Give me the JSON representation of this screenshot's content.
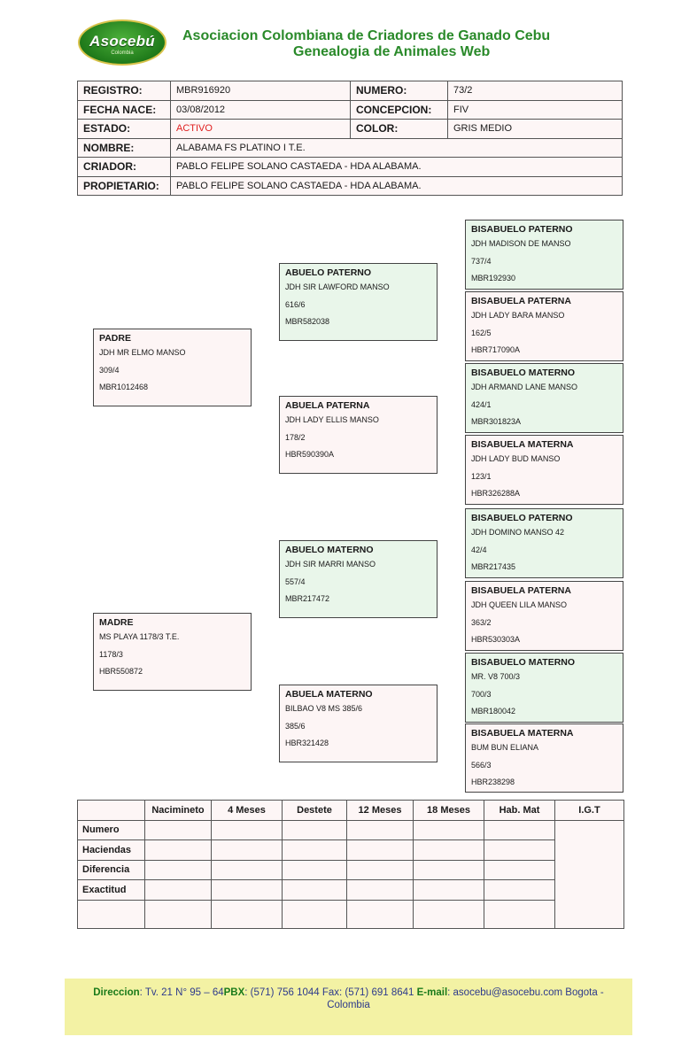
{
  "header": {
    "logo_text": "Asocebú",
    "logo_sub": "Colombia",
    "title_line1": "Asociacion Colombiana de Criadores de Ganado Cebu",
    "title_line2": "Genealogia de Animales Web"
  },
  "info": {
    "registro_label": "REGISTRO:",
    "registro": "MBR916920",
    "numero_label": "NUMERO:",
    "numero": "73/2",
    "fecha_label": "FECHA NACE:",
    "fecha": "03/08/2012",
    "concepcion_label": "CONCEPCION:",
    "concepcion": "FIV",
    "estado_label": "ESTADO:",
    "estado": "ACTIVO",
    "color_label": "COLOR:",
    "color": "GRIS MEDIO",
    "nombre_label": "NOMBRE:",
    "nombre": "ALABAMA FS PLATINO I T.E.",
    "criador_label": "CRIADOR:",
    "criador": "PABLO FELIPE SOLANO CASTAEDA - HDA ALABAMA.",
    "propietario_label": "PROPIETARIO:",
    "propietario": "PABLO FELIPE SOLANO CASTAEDA - HDA ALABAMA."
  },
  "pedigree": {
    "padre": {
      "title": "PADRE",
      "name": "JDH MR ELMO MANSO",
      "num": "309/4",
      "reg": "MBR1012468"
    },
    "madre": {
      "title": "MADRE",
      "name": "MS  PLAYA 1178/3 T.E.",
      "num": "1178/3",
      "reg": "HBR550872"
    },
    "abuelo_paterno": {
      "title": "ABUELO PATERNO",
      "name": "JDH SIR LAWFORD MANSO",
      "num": "616/6",
      "reg": "MBR582038"
    },
    "abuela_paterna": {
      "title": "ABUELA PATERNA",
      "name": "JDH LADY ELLIS MANSO",
      "num": "178/2",
      "reg": "HBR590390A"
    },
    "abuelo_materno": {
      "title": "ABUELO MATERNO",
      "name": "JDH SIR MARRI MANSO",
      "num": "557/4",
      "reg": "MBR217472"
    },
    "abuela_materno": {
      "title": "ABUELA MATERNO",
      "name": "BILBAO V8 MS 385/6",
      "num": "385/6",
      "reg": "HBR321428"
    },
    "bis": [
      {
        "title": "BISABUELO PATERNO",
        "name": "JDH MADISON DE MANSO",
        "num": "737/4",
        "reg": "MBR192930"
      },
      {
        "title": "BISABUELA PATERNA",
        "name": "JDH LADY BARA MANSO",
        "num": "162/5",
        "reg": "HBR717090A"
      },
      {
        "title": "BISABUELO MATERNO",
        "name": "JDH ARMAND LANE MANSO",
        "num": "424/1",
        "reg": "MBR301823A"
      },
      {
        "title": "BISABUELA MATERNA",
        "name": "JDH LADY BUD MANSO",
        "num": "123/1",
        "reg": "HBR326288A"
      },
      {
        "title": "BISABUELO PATERNO",
        "name": "JDH DOMINO MANSO 42",
        "num": "42/4",
        "reg": "MBR217435"
      },
      {
        "title": "BISABUELA PATERNA",
        "name": "JDH QUEEN LILA MANSO",
        "num": "363/2",
        "reg": "HBR530303A"
      },
      {
        "title": "BISABUELO MATERNO",
        "name": "MR. V8 700/3",
        "num": "700/3",
        "reg": "MBR180042"
      },
      {
        "title": "BISABUELA MATERNA",
        "name": "BUM BUN ELIANA",
        "num": "566/3",
        "reg": "HBR238298"
      }
    ]
  },
  "stats": {
    "columns": [
      "Nacimineto",
      "4 Meses",
      "Destete",
      "12 Meses",
      "18 Meses",
      "Hab. Mat",
      "I.G.T"
    ],
    "rows": [
      "Numero",
      "Haciendas",
      "Diferencia",
      "Exactitud"
    ]
  },
  "footer": {
    "dir_label": "Direccion",
    "dir": ": Tv. 21 N°  95 – 64",
    "pbx_label": "PBX",
    "pbx": ": (571) 756 1044 Fax: (571) 691 8641 ",
    "email_label": "E-mail",
    "email": ": asocebu@asocebu.com Bogota -",
    "city": "Colombia"
  }
}
